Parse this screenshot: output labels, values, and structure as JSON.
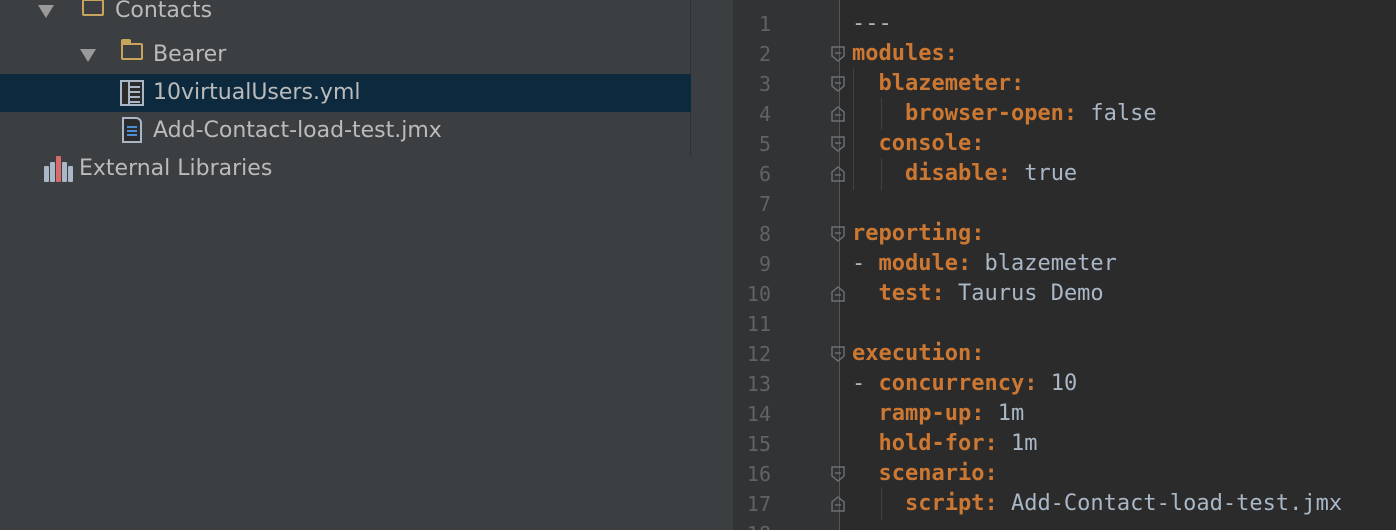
{
  "project_tree": {
    "items": [
      {
        "label": "Contacts",
        "type": "folder"
      },
      {
        "label": "Bearer",
        "type": "folder"
      },
      {
        "label": "10virtualUsers.yml",
        "type": "yml-file",
        "selected": true
      },
      {
        "label": "Add-Contact-load-test.jmx",
        "type": "jmx-file"
      },
      {
        "label": "External Libraries",
        "type": "libraries"
      }
    ]
  },
  "editor": {
    "lines": [
      {
        "n": "1",
        "key": "",
        "text": "---"
      },
      {
        "n": "2",
        "key": "modules:",
        "text": ""
      },
      {
        "n": "3",
        "key": "blazemeter:",
        "text": ""
      },
      {
        "n": "4",
        "key": "browser-open:",
        "text": " false"
      },
      {
        "n": "5",
        "key": "console:",
        "text": ""
      },
      {
        "n": "6",
        "key": "disable:",
        "text": " true"
      },
      {
        "n": "7",
        "key": "",
        "text": ""
      },
      {
        "n": "8",
        "key": "reporting:",
        "text": ""
      },
      {
        "n": "9",
        "key": "module:",
        "text": " blazemeter",
        "dash": "- "
      },
      {
        "n": "10",
        "key": "test:",
        "text": " Taurus Demo"
      },
      {
        "n": "11",
        "key": "",
        "text": ""
      },
      {
        "n": "12",
        "key": "execution:",
        "text": ""
      },
      {
        "n": "13",
        "key": "concurrency:",
        "text": " 10",
        "dash": "- "
      },
      {
        "n": "14",
        "key": "ramp-up:",
        "text": " 1m"
      },
      {
        "n": "15",
        "key": "hold-for:",
        "text": " 1m"
      },
      {
        "n": "16",
        "key": "scenario:",
        "text": ""
      },
      {
        "n": "17",
        "key": "script:",
        "text": " Add-Contact-load-test.jmx"
      },
      {
        "n": "18",
        "key": "",
        "text": ""
      }
    ]
  },
  "colors": {
    "key": "#cc7832",
    "value": "#a9b7c6",
    "line_number": "#606366",
    "selection": "#0d293e",
    "folder": "#c8a45d"
  }
}
